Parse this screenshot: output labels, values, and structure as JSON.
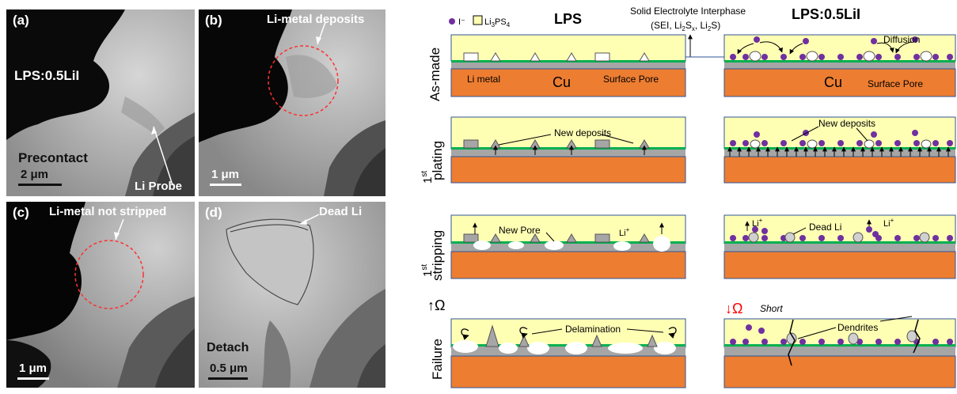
{
  "micrographs": {
    "a": {
      "label": "(a)",
      "sample": "LPS:0.5LiI",
      "stage": "Precontact",
      "scale": "2 μm",
      "probe": "Li Probe"
    },
    "b": {
      "label": "(b)",
      "annotation": "Li-metal deposits",
      "scale": "1 μm"
    },
    "c": {
      "label": "(c)",
      "annotation": "Li-metal not stripped",
      "scale": "1 μm"
    },
    "d": {
      "label": "(d)",
      "annotation": "Dead Li",
      "stage": "Detach",
      "scale": "0.5 μm"
    }
  },
  "schematic": {
    "legend": {
      "iodide": "I⁻",
      "lps_prefix": "Li",
      "lps_sub1": "3",
      "lps_mid": "PS",
      "lps_sub2": "4"
    },
    "col_lps": "LPS",
    "col_lpsi": "LPS:0.5LiI",
    "sei": {
      "line1": "Solid Electrolyte Interphase",
      "line2_prefix": "(SEI, Li",
      "line2_s1": "2",
      "line2_mid": "S",
      "line2_s2": "x",
      "line2_mid2": ", Li",
      "line2_s3": "2",
      "line2_end": "S)"
    },
    "rows": {
      "asmade": "As-made",
      "plating_sup": "st",
      "plating_num": "1",
      "plating": "plating",
      "stripping_sup": "st",
      "stripping_num": "1",
      "stripping": "stripping",
      "failure": "Failure"
    },
    "labels": {
      "li_metal": "Li metal",
      "cu": "Cu",
      "surface_pore": "Surface Pore",
      "diffusion": "Diffusion",
      "new_deposits": "New deposits",
      "new_pore": "New Pore",
      "li_plus": "Li",
      "plus": "+",
      "dead_li": "Dead Li",
      "delamination": "Delamination",
      "dendrites": "Dendrites",
      "short": "Short",
      "omega_up": "↑Ω",
      "omega_down": "↓Ω"
    },
    "colors": {
      "electrolyte": "#ffffb4",
      "copper": "#ed7d31",
      "li_metal": "#a6a6a6",
      "sei": "#00b050",
      "iodide": "#7030a0",
      "border": "#2f5597",
      "short_red": "#ff0000"
    }
  }
}
